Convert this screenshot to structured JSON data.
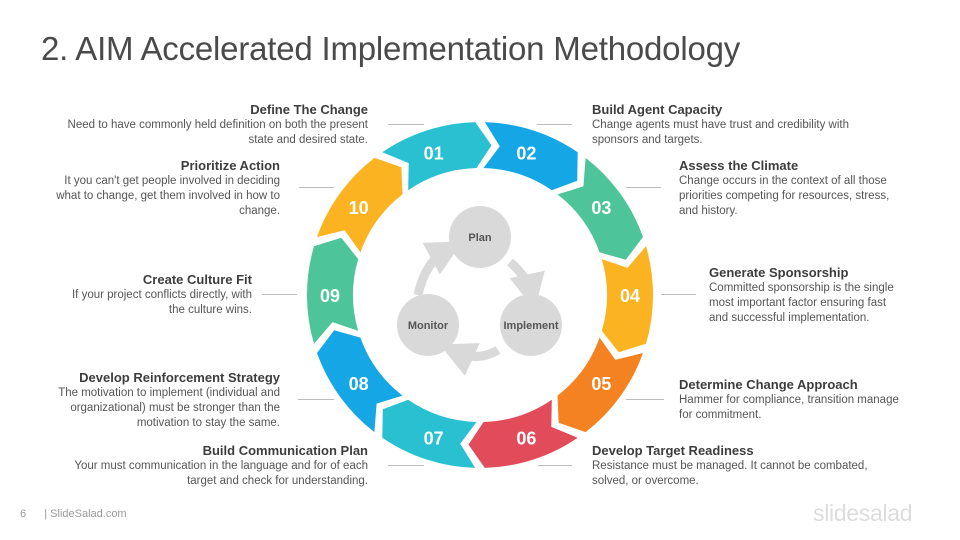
{
  "title": "2. AIM Accelerated Implementation Methodology",
  "colors": {
    "teal": "#29c1d1",
    "blue": "#15a6e6",
    "green": "#4dc49a",
    "yellow": "#fbb321",
    "orange": "#f58220",
    "red": "#e24b5a",
    "circle_gray": "#d9d9d9",
    "text_dark": "#3d3d3d"
  },
  "segments": [
    {
      "num": "01",
      "color": "#29c1d1"
    },
    {
      "num": "02",
      "color": "#15a6e6"
    },
    {
      "num": "03",
      "color": "#4dc49a"
    },
    {
      "num": "04",
      "color": "#fbb321"
    },
    {
      "num": "05",
      "color": "#f58220"
    },
    {
      "num": "06",
      "color": "#e24b5a"
    },
    {
      "num": "07",
      "color": "#29c1d1"
    },
    {
      "num": "08",
      "color": "#15a6e6"
    },
    {
      "num": "09",
      "color": "#4dc49a"
    },
    {
      "num": "10",
      "color": "#fbb321"
    }
  ],
  "cycle": {
    "plan": "Plan",
    "implement": "Implement",
    "monitor": "Monitor"
  },
  "steps": {
    "s01": {
      "heading": "Define The Change",
      "l1": "Need to have commonly held definition on both the present",
      "l2": "state and desired state."
    },
    "s02": {
      "heading": "Build Agent Capacity",
      "l1": "Change agents must have trust and credibility with",
      "l2": "sponsors and targets."
    },
    "s03": {
      "heading": "Assess the Climate",
      "l1": "Change occurs in the context of all those",
      "l2": "priorities competing for resources, stress,",
      "l3": "and history."
    },
    "s04": {
      "heading": "Generate Sponsorship",
      "l1": "Committed sponsorship is the single",
      "l2": "most important factor ensuring fast",
      "l3": "and successful  implementation."
    },
    "s05": {
      "heading": "Determine Change Approach",
      "l1": "Hammer for compliance, transition manage",
      "l2": "for commitment."
    },
    "s06": {
      "heading": "Develop Target Readiness",
      "l1": "Resistance must be managed. It cannot be combated,",
      "l2": "solved, or overcome."
    },
    "s07": {
      "heading": "Build Communication Plan",
      "l1": "Your must communication in the language and for of each",
      "l2": "target and check for understanding."
    },
    "s08": {
      "heading": "Develop Reinforcement Strategy",
      "l1": "The motivation to implement  (individual and",
      "l2": "organizational) must be stronger than the",
      "l3": "motivation to stay the same."
    },
    "s09": {
      "heading": "Create Culture Fit",
      "l1": "If your project conflicts directly, with",
      "l2": "the culture wins."
    },
    "s10": {
      "heading": "Prioritize Action",
      "l1": "It you can't get people involved in deciding",
      "l2": "what to change, get them involved in how to",
      "l3": "change."
    }
  },
  "footer": {
    "page": "6",
    "site": "| SlideSalad.com",
    "brand": "slidesalad"
  }
}
